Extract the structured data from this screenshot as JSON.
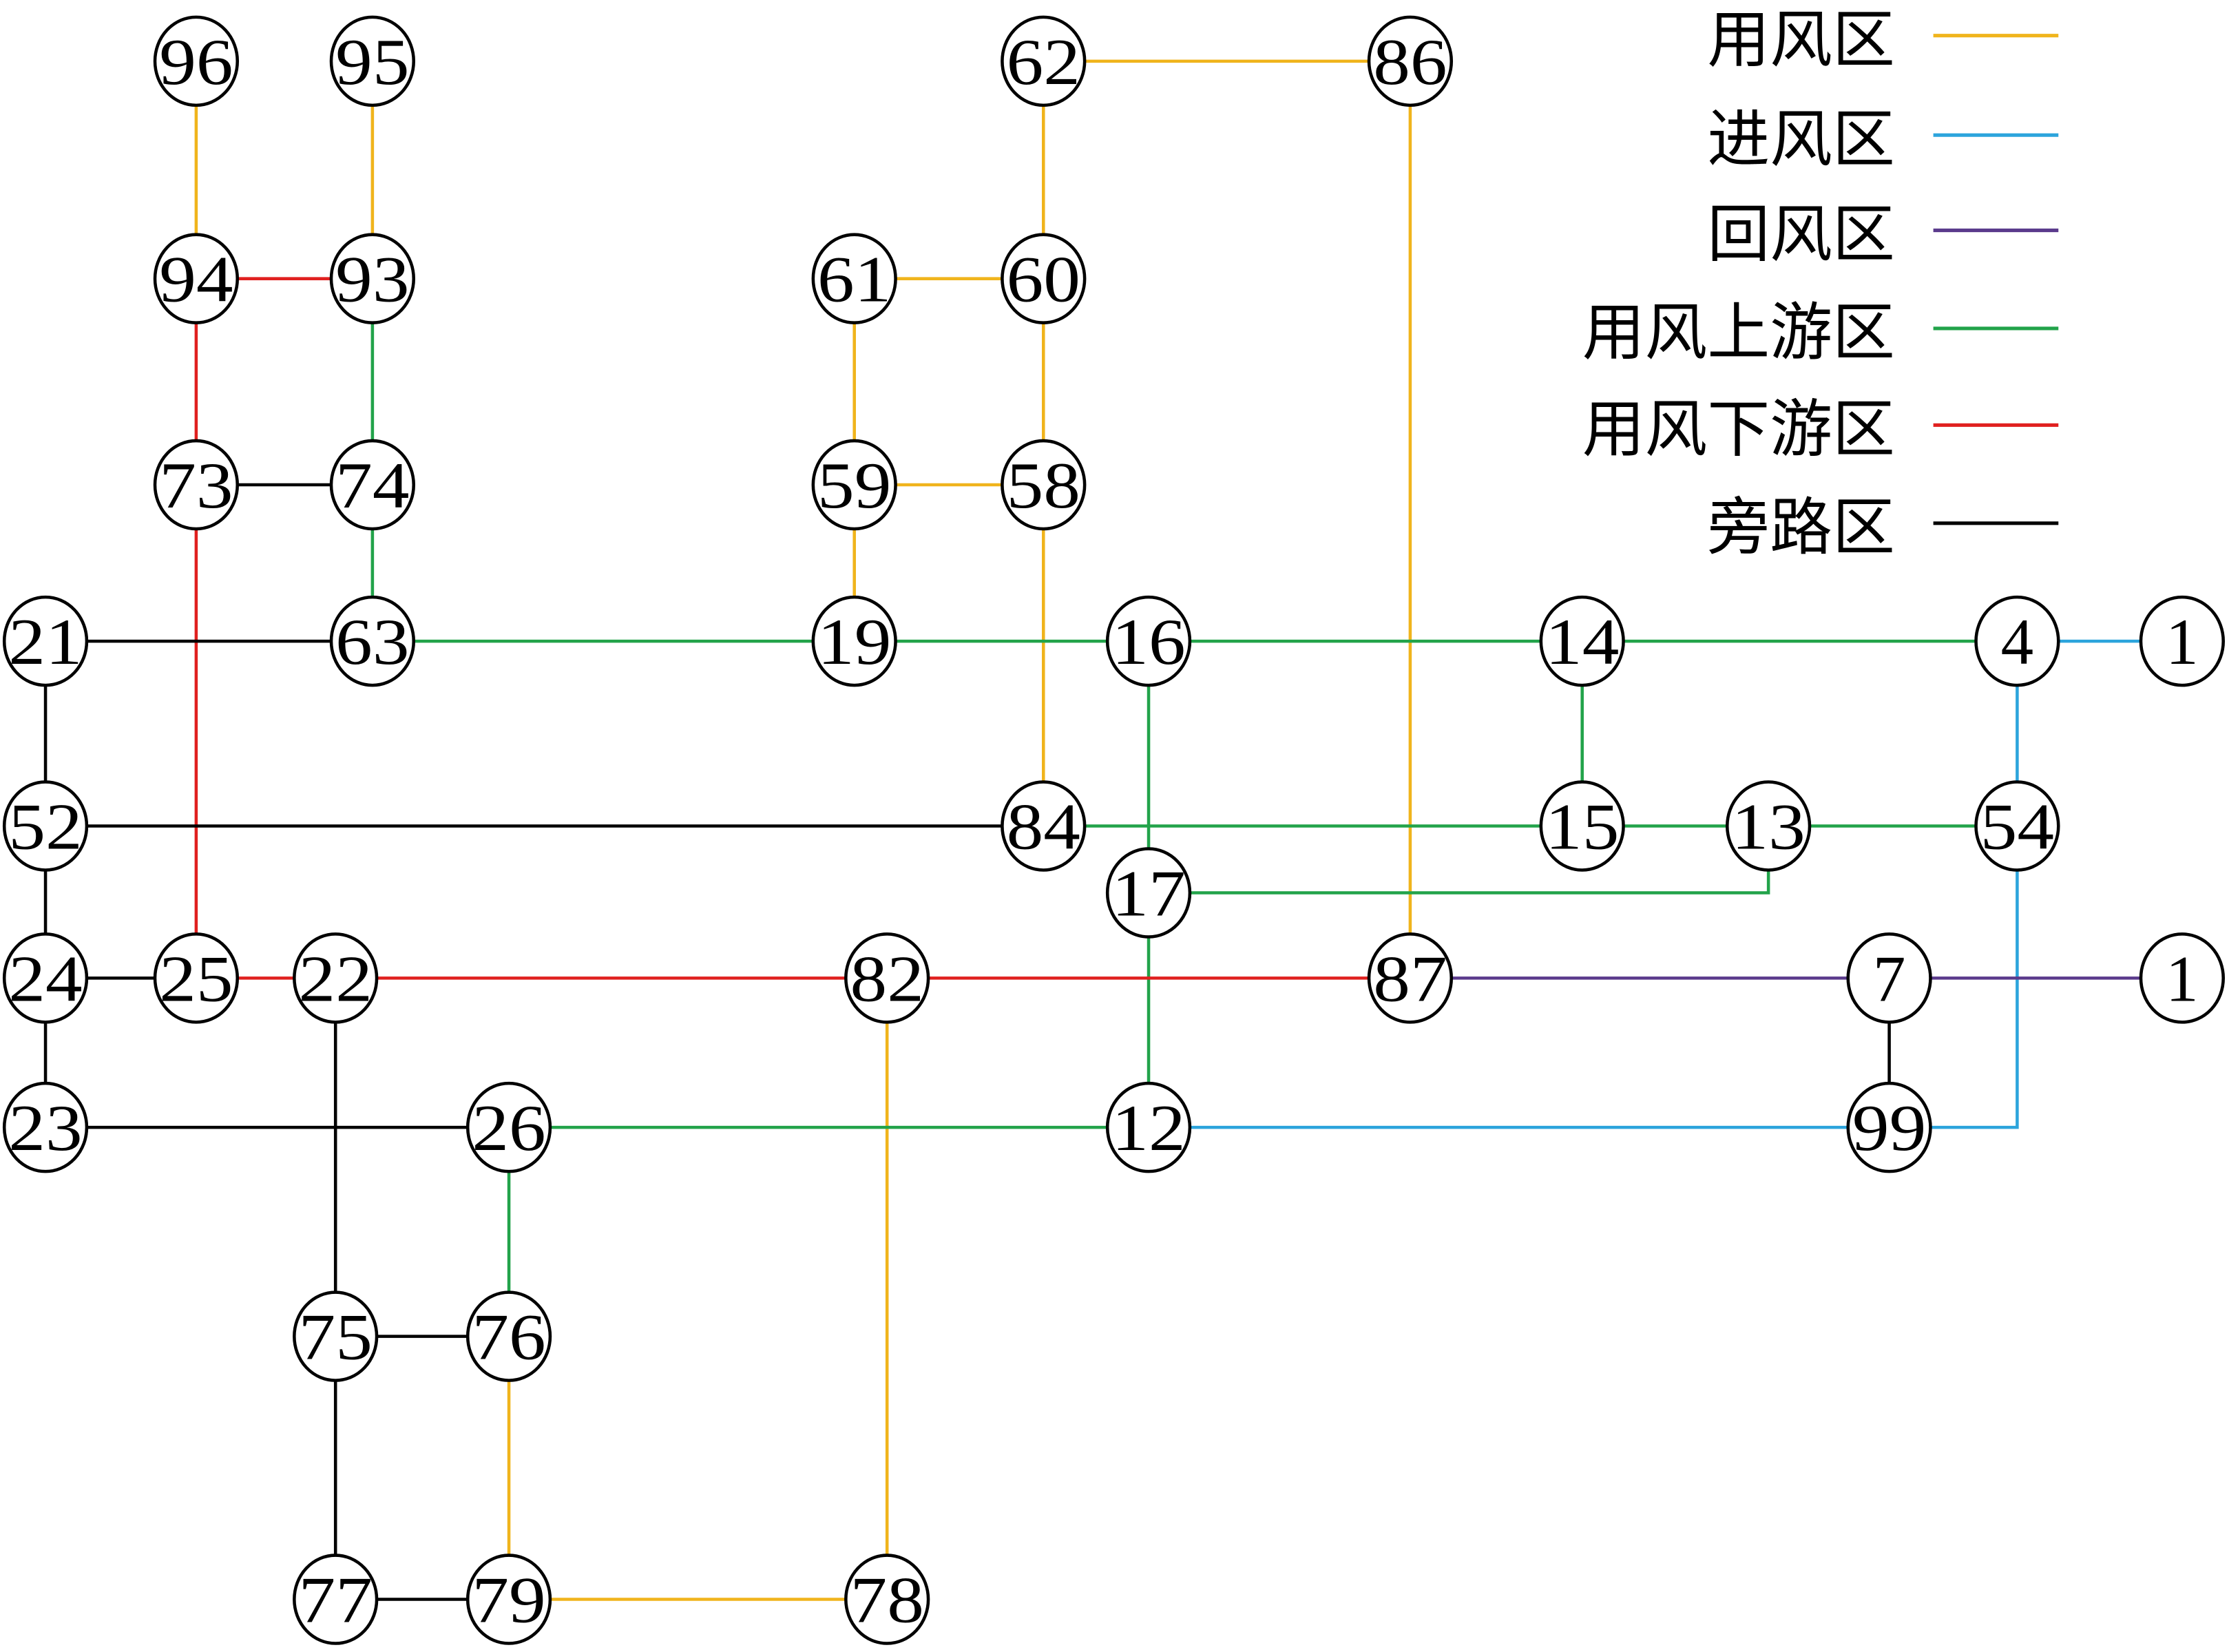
{
  "legend": [
    {
      "key": "use",
      "label": "用风区",
      "color": "#f0b41c"
    },
    {
      "key": "intake",
      "label": "进风区",
      "color": "#2ca4dc"
    },
    {
      "key": "return",
      "label": "回风区",
      "color": "#5a3a8c"
    },
    {
      "key": "upstream",
      "label": "用风上游区",
      "color": "#22a34a"
    },
    {
      "key": "downstream",
      "label": "用风下游区",
      "color": "#e0201f"
    },
    {
      "key": "bypass",
      "label": "旁路区",
      "color": "#000000"
    }
  ],
  "nodes": [
    {
      "id": "96",
      "label": "96"
    },
    {
      "id": "95",
      "label": "95"
    },
    {
      "id": "62",
      "label": "62"
    },
    {
      "id": "86",
      "label": "86"
    },
    {
      "id": "94",
      "label": "94"
    },
    {
      "id": "93",
      "label": "93"
    },
    {
      "id": "61",
      "label": "61"
    },
    {
      "id": "60",
      "label": "60"
    },
    {
      "id": "73",
      "label": "73"
    },
    {
      "id": "74",
      "label": "74"
    },
    {
      "id": "59",
      "label": "59"
    },
    {
      "id": "58",
      "label": "58"
    },
    {
      "id": "21",
      "label": "21"
    },
    {
      "id": "63",
      "label": "63"
    },
    {
      "id": "19",
      "label": "19"
    },
    {
      "id": "16",
      "label": "16"
    },
    {
      "id": "14",
      "label": "14"
    },
    {
      "id": "4",
      "label": "4"
    },
    {
      "id": "1a",
      "label": "1"
    },
    {
      "id": "52",
      "label": "52"
    },
    {
      "id": "84",
      "label": "84"
    },
    {
      "id": "15",
      "label": "15"
    },
    {
      "id": "13",
      "label": "13"
    },
    {
      "id": "54",
      "label": "54"
    },
    {
      "id": "17",
      "label": "17"
    },
    {
      "id": "24",
      "label": "24"
    },
    {
      "id": "25",
      "label": "25"
    },
    {
      "id": "22",
      "label": "22"
    },
    {
      "id": "82",
      "label": "82"
    },
    {
      "id": "87",
      "label": "87"
    },
    {
      "id": "7",
      "label": "7"
    },
    {
      "id": "1b",
      "label": "1"
    },
    {
      "id": "23",
      "label": "23"
    },
    {
      "id": "26",
      "label": "26"
    },
    {
      "id": "12",
      "label": "12"
    },
    {
      "id": "99",
      "label": "99"
    },
    {
      "id": "75",
      "label": "75"
    },
    {
      "id": "76",
      "label": "76"
    },
    {
      "id": "77",
      "label": "77"
    },
    {
      "id": "79",
      "label": "79"
    },
    {
      "id": "78",
      "label": "78"
    }
  ],
  "edges": [
    [
      "96",
      "94",
      "use"
    ],
    [
      "95",
      "93",
      "use"
    ],
    [
      "62",
      "86",
      "use"
    ],
    [
      "62",
      "60",
      "use"
    ],
    [
      "61",
      "60",
      "use"
    ],
    [
      "60",
      "58",
      "use"
    ],
    [
      "61",
      "59",
      "use"
    ],
    [
      "59",
      "58",
      "use"
    ],
    [
      "59",
      "19",
      "use"
    ],
    [
      "58",
      "84",
      "use"
    ],
    [
      "86",
      "87",
      "use"
    ],
    [
      "82",
      "78",
      "use"
    ],
    [
      "76",
      "79",
      "use"
    ],
    [
      "79",
      "78",
      "use"
    ],
    [
      "4",
      "1a",
      "intake"
    ],
    [
      "4",
      "54",
      "intake"
    ],
    [
      "54",
      "99",
      "intake"
    ],
    [
      "12",
      "99",
      "intake"
    ],
    [
      "87",
      "7",
      "return"
    ],
    [
      "7",
      "1b",
      "return"
    ],
    [
      "93",
      "74",
      "upstream"
    ],
    [
      "74",
      "63",
      "upstream"
    ],
    [
      "63",
      "19",
      "upstream"
    ],
    [
      "19",
      "16",
      "upstream"
    ],
    [
      "16",
      "14",
      "upstream"
    ],
    [
      "14",
      "4",
      "upstream"
    ],
    [
      "14",
      "15",
      "upstream"
    ],
    [
      "16",
      "17",
      "upstream"
    ],
    [
      "84",
      "15",
      "upstream"
    ],
    [
      "15",
      "13",
      "upstream"
    ],
    [
      "13",
      "54",
      "upstream"
    ],
    [
      "17",
      "13",
      "upstream"
    ],
    [
      "17",
      "12",
      "upstream"
    ],
    [
      "26",
      "12",
      "upstream"
    ],
    [
      "26",
      "76",
      "upstream"
    ],
    [
      "94",
      "93",
      "downstream"
    ],
    [
      "94",
      "73",
      "downstream"
    ],
    [
      "73",
      "25",
      "downstream"
    ],
    [
      "25",
      "22",
      "downstream"
    ],
    [
      "22",
      "82",
      "downstream"
    ],
    [
      "82",
      "87",
      "downstream"
    ],
    [
      "73",
      "74",
      "bypass"
    ],
    [
      "21",
      "63",
      "bypass"
    ],
    [
      "21",
      "52",
      "bypass"
    ],
    [
      "52",
      "84",
      "bypass"
    ],
    [
      "52",
      "24",
      "bypass"
    ],
    [
      "24",
      "25",
      "bypass"
    ],
    [
      "24",
      "23",
      "bypass"
    ],
    [
      "23",
      "26",
      "bypass"
    ],
    [
      "22",
      "75",
      "bypass"
    ],
    [
      "75",
      "76",
      "bypass"
    ],
    [
      "75",
      "77",
      "bypass"
    ],
    [
      "77",
      "79",
      "bypass"
    ],
    [
      "7",
      "99",
      "bypass"
    ]
  ]
}
